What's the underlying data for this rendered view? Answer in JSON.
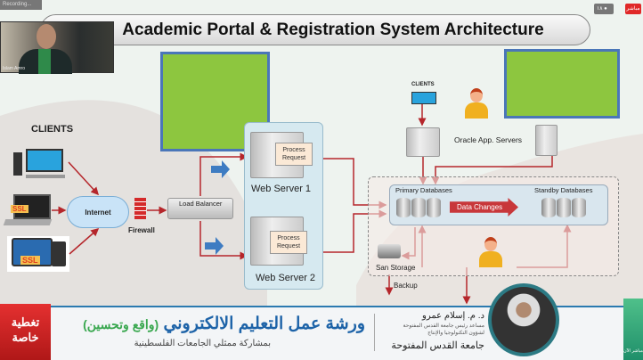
{
  "overlay": {
    "recording": "Recording...",
    "live_badge": "مباشر",
    "view_count": "١٨",
    "webcam_name": "Islam Amro"
  },
  "slide": {
    "title": "Academic Portal & Registration System Architecture",
    "clients_label": "CLIENTS",
    "internet_label": "Internet",
    "firewall_label": "Firewall",
    "load_balancer_label": "Load Balancer",
    "process_request": "Process Request",
    "web_server_1": "Web Server 1",
    "web_server_2": "Web Server 2",
    "clients_small": "CLIENTS",
    "oracle_servers": "Oracle App. Servers",
    "primary_db": "Primary Databases",
    "standby_db": "Standby Databases",
    "data_changes": "Data Changes",
    "san_storage": "San Storage",
    "backup": "Backup",
    "ssl": "SSL",
    "colors": {
      "redaction_green": "#8dc63f",
      "arrow_red": "#b5262b",
      "panel_blue": "#4a76b8"
    }
  },
  "lower_third": {
    "tag": "تغطية خاصة",
    "headline": "ورشة عمل التعليم الالكتروني",
    "headline_sub": "(واقع وتحسين)",
    "subline": "بمشاركة ممثلي الجامعات الفلسطينية",
    "speaker_name": "د. م. إسلام عمرو",
    "speaker_title_1": "مساعد رئيس جامعة القدس المفتوحة",
    "speaker_title_2": "لشؤون التكنولوجيا والإنتاج",
    "speaker_org": "جامعة القدس المفتوحة",
    "live_now": "مباشر الآن"
  }
}
